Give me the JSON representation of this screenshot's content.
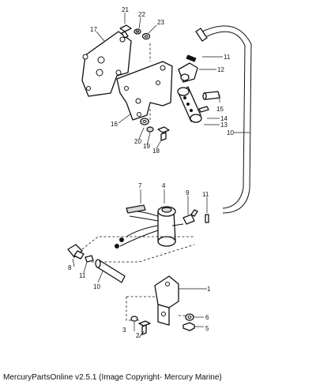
{
  "caption": "MercuryPartsOnline v2.5.1 (Image Copyright- Mercury Marine)",
  "callouts": {
    "c1": "1",
    "c2": "2",
    "c3": "3",
    "c4": "4",
    "c5": "5",
    "c6": "6",
    "c7": "7",
    "c8": "8",
    "c9": "9",
    "c10": "10",
    "c10b": "10",
    "c11a": "11",
    "c11b": "11",
    "c11c": "11",
    "c12": "12",
    "c13": "13",
    "c14": "14",
    "c15": "15",
    "c16": "16",
    "c17": "17",
    "c18": "18",
    "c19": "19",
    "c20": "20",
    "c21": "21",
    "c22": "22",
    "c23": "23"
  }
}
